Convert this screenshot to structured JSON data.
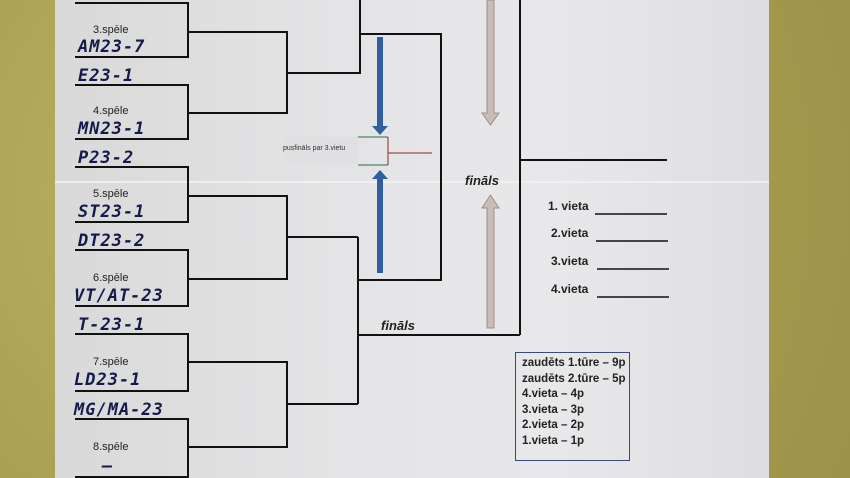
{
  "matches": [
    {
      "label": "3.spēle",
      "top": "",
      "bottom": "AM23-7"
    },
    {
      "label": "4.spēle",
      "top": "E23-1",
      "bottom": "MN23-1"
    },
    {
      "label": "5.spēle",
      "top": "P23-2",
      "bottom": "ST23-1"
    },
    {
      "label": "6.spēle",
      "top": "DT23-2",
      "bottom": "VT/AT-23"
    },
    {
      "label": "7.spēle",
      "top": "T-23-1",
      "bottom": "LD23-1"
    },
    {
      "label": "8.spēle",
      "top": "MG/MA-23",
      "bottom": "–"
    }
  ],
  "semifinal_third": "pusfināls par 3.vietu",
  "final_labels": [
    "fināls",
    "fināls"
  ],
  "places": [
    "1. vieta",
    "2.vieta",
    "3.vieta",
    "4.vieta"
  ],
  "legend": [
    "zaudēts 1.tūre – 9p",
    "zaudēts 2.tūre – 5p",
    "4.vieta – 4p",
    "3.vieta – 3p",
    "2.vieta – 2p",
    "1.vieta – 1p"
  ],
  "colors": {
    "wall": "#b3a95c",
    "paper": "#e4e4e6",
    "blue_arrow": "#2f5fa0",
    "gray_arrow": "#cbbcb8",
    "ink": "#141a4a"
  }
}
